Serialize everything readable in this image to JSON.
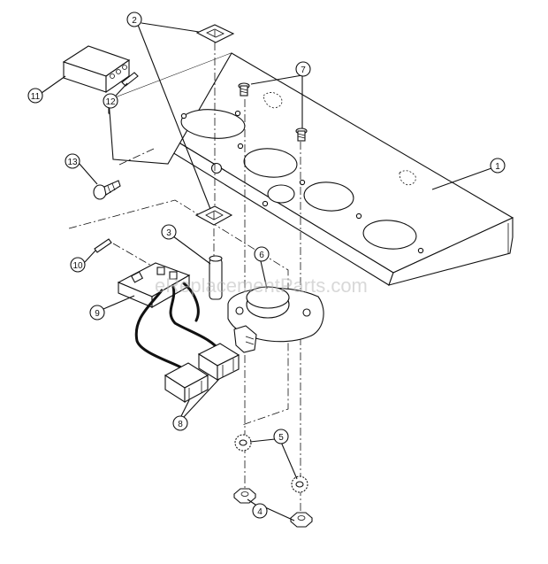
{
  "watermark": "eReplacementParts.com",
  "callouts": [
    {
      "id": "c1",
      "label": "1"
    },
    {
      "id": "c2",
      "label": "2"
    },
    {
      "id": "c3",
      "label": "3"
    },
    {
      "id": "c4",
      "label": "4"
    },
    {
      "id": "c5",
      "label": "5"
    },
    {
      "id": "c6",
      "label": "6"
    },
    {
      "id": "c7",
      "label": "7"
    },
    {
      "id": "c8",
      "label": "8"
    },
    {
      "id": "c9",
      "label": "9"
    },
    {
      "id": "c10",
      "label": "10"
    },
    {
      "id": "c11",
      "label": "11"
    },
    {
      "id": "c12",
      "label": "12"
    },
    {
      "id": "c13",
      "label": "13"
    }
  ]
}
